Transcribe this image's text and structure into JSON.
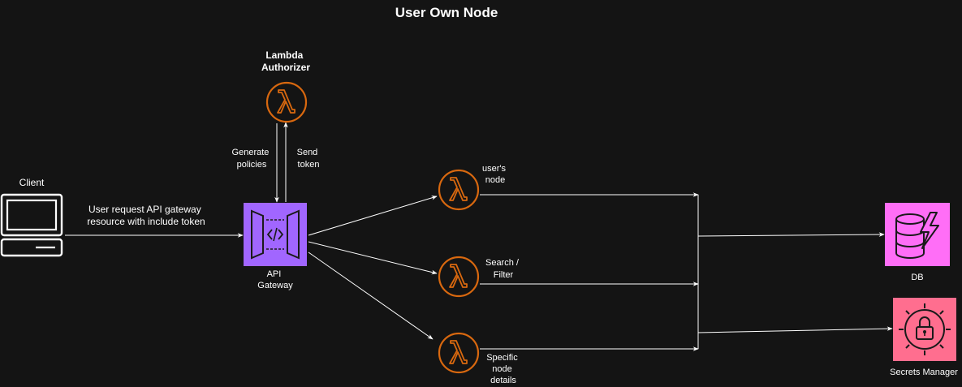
{
  "title": "User Own Node",
  "nodes": {
    "client": {
      "label": "Client",
      "icon": "desktop-computer-icon"
    },
    "authorizer": {
      "label_lines": [
        "Lambda",
        "Authorizer"
      ],
      "icon": "lambda-icon"
    },
    "api_gateway": {
      "label_lines": [
        "API",
        "Gateway"
      ],
      "icon": "api-gateway-icon"
    },
    "lambda_users_node": {
      "label_lines": [
        "user's",
        "node"
      ],
      "icon": "lambda-icon"
    },
    "lambda_search": {
      "label_lines": [
        "Search /",
        "Filter"
      ],
      "icon": "lambda-icon"
    },
    "lambda_details": {
      "label_lines": [
        "Specific",
        "node",
        "details"
      ],
      "icon": "lambda-icon"
    },
    "db": {
      "label": "DB",
      "icon": "dynamodb-icon"
    },
    "secrets": {
      "label": "Secrets Manager",
      "icon": "secrets-manager-icon"
    }
  },
  "edges": {
    "client_to_gateway": {
      "label_lines": [
        "User request API gateway",
        "resource with include token"
      ]
    },
    "authorizer_to_gateway": {
      "label_lines": [
        "Generate",
        "policies"
      ]
    },
    "gateway_to_authorizer": {
      "label_lines": [
        "Send",
        "token"
      ]
    }
  },
  "colors": {
    "background": "#141414",
    "lambda_orange": "#d8680f",
    "api_gateway_purple": "#a166ff",
    "db_magenta": "#ff6ef7",
    "secrets_pink": "#ff6e8f",
    "edge": "#ffffff"
  }
}
